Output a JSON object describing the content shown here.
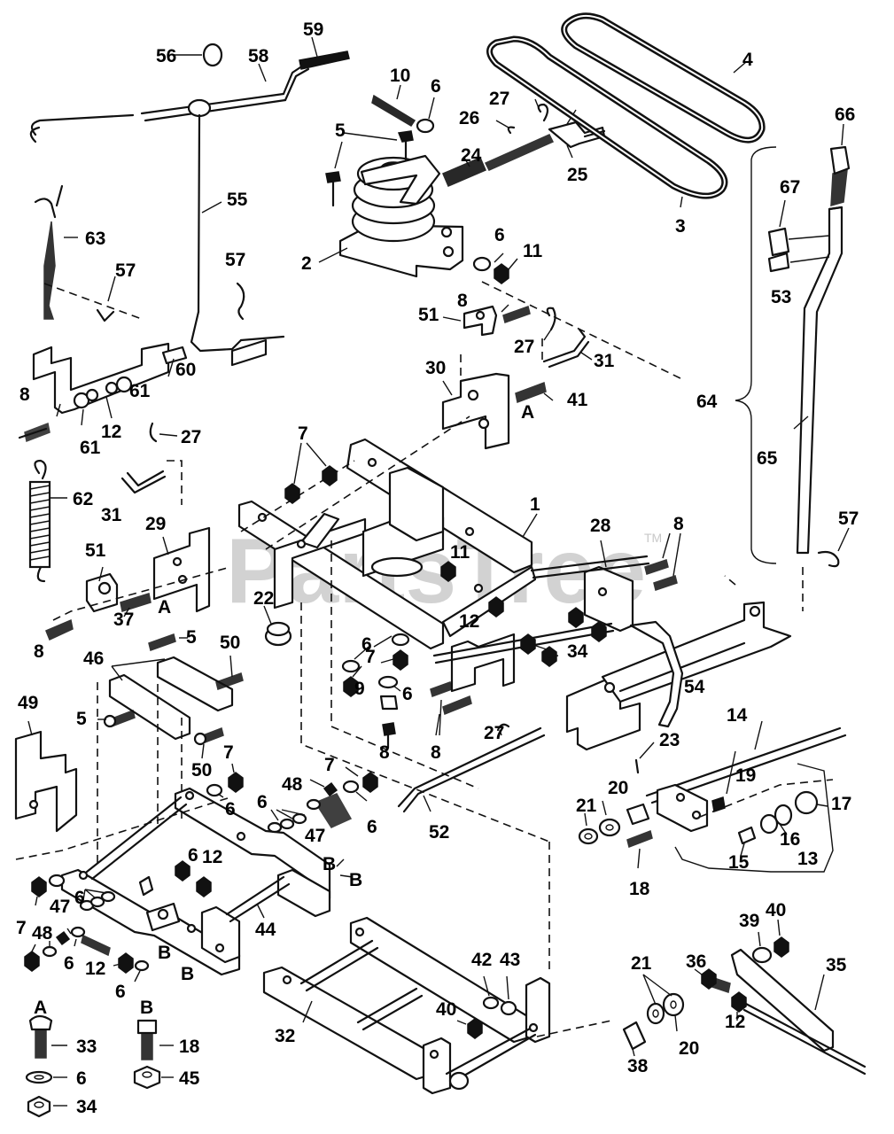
{
  "watermark": {
    "text": "PartsTree",
    "mark": "TM"
  },
  "callouts": [
    {
      "id": "n56",
      "text": "56"
    },
    {
      "id": "n58",
      "text": "58"
    },
    {
      "id": "n59",
      "text": "59"
    },
    {
      "id": "n10",
      "text": "10"
    },
    {
      "id": "n6a",
      "text": "6"
    },
    {
      "id": "n4",
      "text": "4"
    },
    {
      "id": "n66",
      "text": "66"
    },
    {
      "id": "n27a",
      "text": "27"
    },
    {
      "id": "n26",
      "text": "26"
    },
    {
      "id": "n5a",
      "text": "5"
    },
    {
      "id": "n24",
      "text": "24"
    },
    {
      "id": "n25",
      "text": "25"
    },
    {
      "id": "n3",
      "text": "3"
    },
    {
      "id": "n67",
      "text": "67"
    },
    {
      "id": "n55",
      "text": "55"
    },
    {
      "id": "n63",
      "text": "63"
    },
    {
      "id": "n2",
      "text": "2"
    },
    {
      "id": "n6b",
      "text": "6"
    },
    {
      "id": "n11a",
      "text": "11"
    },
    {
      "id": "n53",
      "text": "53"
    },
    {
      "id": "n57a",
      "text": "57"
    },
    {
      "id": "n57b",
      "text": "57"
    },
    {
      "id": "n8a",
      "text": "8"
    },
    {
      "id": "n51a",
      "text": "51"
    },
    {
      "id": "n27b",
      "text": "27"
    },
    {
      "id": "n31a",
      "text": "31"
    },
    {
      "id": "n30",
      "text": "30"
    },
    {
      "id": "n41",
      "text": "41"
    },
    {
      "id": "nA1",
      "text": "A"
    },
    {
      "id": "n64",
      "text": "64"
    },
    {
      "id": "n60",
      "text": "60"
    },
    {
      "id": "n61a",
      "text": "61"
    },
    {
      "id": "n8b",
      "text": "8"
    },
    {
      "id": "n12a",
      "text": "12"
    },
    {
      "id": "n61b",
      "text": "61"
    },
    {
      "id": "n27c",
      "text": "27"
    },
    {
      "id": "n7a",
      "text": "7"
    },
    {
      "id": "n65",
      "text": "65"
    },
    {
      "id": "n31b",
      "text": "31"
    },
    {
      "id": "n62",
      "text": "62"
    },
    {
      "id": "n1",
      "text": "1"
    },
    {
      "id": "n28",
      "text": "28"
    },
    {
      "id": "n8c",
      "text": "8"
    },
    {
      "id": "n57c",
      "text": "57"
    },
    {
      "id": "n29",
      "text": "29"
    },
    {
      "id": "n51b",
      "text": "51"
    },
    {
      "id": "n11b",
      "text": "11"
    },
    {
      "id": "n22",
      "text": "22"
    },
    {
      "id": "nA2",
      "text": "A"
    },
    {
      "id": "n37",
      "text": "37"
    },
    {
      "id": "n12b",
      "text": "12"
    },
    {
      "id": "n8d",
      "text": "8"
    },
    {
      "id": "n5b",
      "text": "5"
    },
    {
      "id": "n50a",
      "text": "50"
    },
    {
      "id": "n6c",
      "text": "6"
    },
    {
      "id": "n46",
      "text": "46"
    },
    {
      "id": "n7b",
      "text": "7"
    },
    {
      "id": "n34a",
      "text": "34"
    },
    {
      "id": "n54",
      "text": "54"
    },
    {
      "id": "n49",
      "text": "49"
    },
    {
      "id": "n5c",
      "text": "5"
    },
    {
      "id": "n9",
      "text": "9"
    },
    {
      "id": "n6d",
      "text": "6"
    },
    {
      "id": "n14",
      "text": "14"
    },
    {
      "id": "n27d",
      "text": "27"
    },
    {
      "id": "n8e",
      "text": "8"
    },
    {
      "id": "n8f",
      "text": "8"
    },
    {
      "id": "n50b",
      "text": "50"
    },
    {
      "id": "n7c",
      "text": "7"
    },
    {
      "id": "n23",
      "text": "23"
    },
    {
      "id": "n7d",
      "text": "7"
    },
    {
      "id": "n19",
      "text": "19"
    },
    {
      "id": "n48a",
      "text": "48"
    },
    {
      "id": "n6e",
      "text": "6"
    },
    {
      "id": "n21a",
      "text": "21"
    },
    {
      "id": "n20a",
      "text": "20"
    },
    {
      "id": "n17",
      "text": "17"
    },
    {
      "id": "n6f",
      "text": "6"
    },
    {
      "id": "n47a",
      "text": "47"
    },
    {
      "id": "n6g",
      "text": "6"
    },
    {
      "id": "n52",
      "text": "52"
    },
    {
      "id": "n16",
      "text": "16"
    },
    {
      "id": "n15",
      "text": "15"
    },
    {
      "id": "n13",
      "text": "13"
    },
    {
      "id": "n18a",
      "text": "18"
    },
    {
      "id": "n6h",
      "text": "6"
    },
    {
      "id": "n12c",
      "text": "12"
    },
    {
      "id": "nB1",
      "text": "B"
    },
    {
      "id": "nB2",
      "text": "B"
    },
    {
      "id": "n6i",
      "text": "6"
    },
    {
      "id": "n47b",
      "text": "47"
    },
    {
      "id": "n44",
      "text": "44"
    },
    {
      "id": "n7e",
      "text": "7"
    },
    {
      "id": "n48b",
      "text": "48"
    },
    {
      "id": "n6j",
      "text": "6"
    },
    {
      "id": "nB3",
      "text": "B"
    },
    {
      "id": "n12d",
      "text": "12"
    },
    {
      "id": "nB4",
      "text": "B"
    },
    {
      "id": "n6k",
      "text": "6"
    },
    {
      "id": "n39",
      "text": "39"
    },
    {
      "id": "n40a",
      "text": "40"
    },
    {
      "id": "n36",
      "text": "36"
    },
    {
      "id": "n35",
      "text": "35"
    },
    {
      "id": "n42",
      "text": "42"
    },
    {
      "id": "n43",
      "text": "43"
    },
    {
      "id": "n21b",
      "text": "21"
    },
    {
      "id": "n40b",
      "text": "40"
    },
    {
      "id": "n12e",
      "text": "12"
    },
    {
      "id": "n32",
      "text": "32"
    },
    {
      "id": "n20b",
      "text": "20"
    },
    {
      "id": "n38",
      "text": "38"
    }
  ],
  "legend": [
    {
      "key": "A",
      "parts": [
        "33",
        "6",
        "34"
      ]
    },
    {
      "key": "B",
      "parts": [
        "18",
        "45"
      ]
    }
  ]
}
